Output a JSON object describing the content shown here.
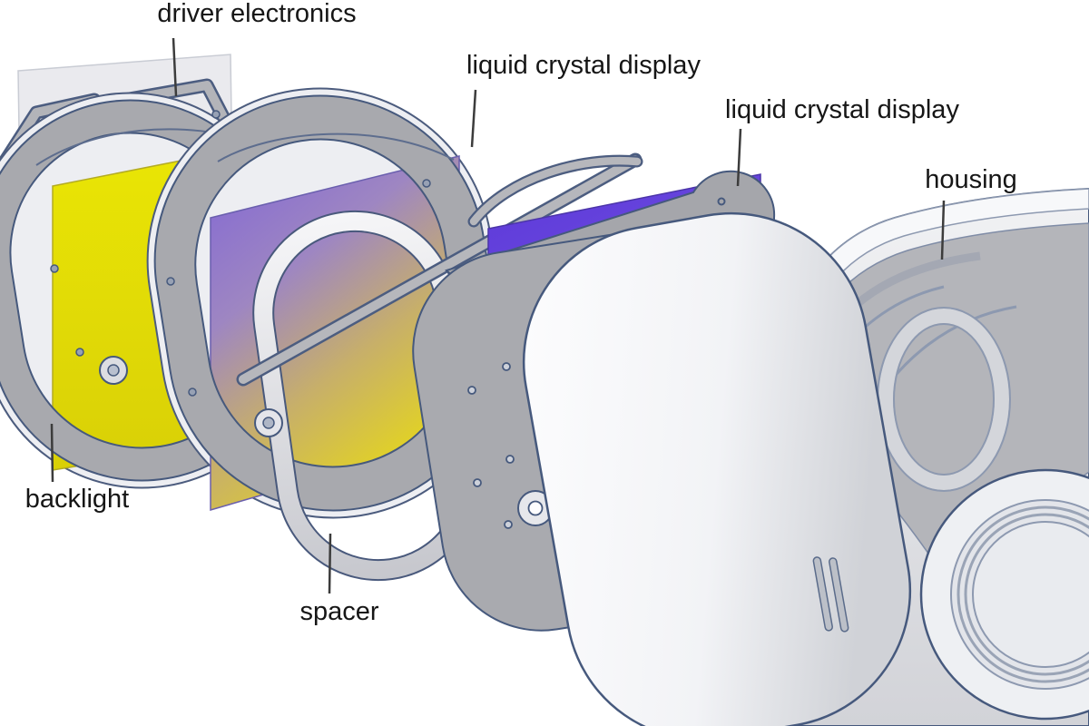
{
  "diagram": {
    "labels": {
      "driver_electronics": "driver electronics",
      "lcd_front": "liquid crystal display",
      "lcd_rear": "liquid crystal display",
      "housing": "housing",
      "backlight": "backlight",
      "spacer": "spacer"
    },
    "colors": {
      "background": "#ffffff",
      "backlight_yellow": "#ebe705",
      "lcd_gradient_purple": "#8166d5",
      "lcd_gradient_yellow": "#e4d51f",
      "screen_purple": "#5c38d9",
      "screen_purple_light": "#d2c8f3",
      "metal_gray": "#a8a9ae",
      "light_gray": "#edeef2",
      "housing_white": "#f2f3f6",
      "edge_blue": "#46597d",
      "label_text": "#161616",
      "leader_line": "#3c3c3c"
    }
  }
}
